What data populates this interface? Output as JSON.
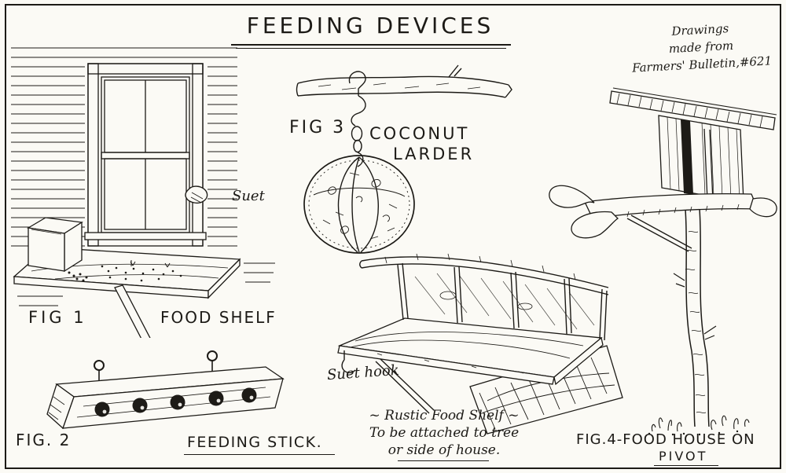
{
  "palette": {
    "ink": "#1c1a16",
    "paper": "#fbfaf5"
  },
  "header": {
    "title": "FEEDING DEVICES",
    "credit_line1": "Drawings",
    "credit_line2": "made from",
    "credit_line3": "Farmers' Bulletin,#621"
  },
  "fig1": {
    "label": "FIG 1",
    "caption": "FOOD SHELF",
    "annotation": "Suet"
  },
  "fig2": {
    "label": "FIG. 2",
    "caption": "FEEDING STICK."
  },
  "fig3": {
    "label": "FIG 3",
    "caption_line1": "COCONUT",
    "caption_line2": "LARDER"
  },
  "rustic_shelf": {
    "annotation": "Suet hook",
    "caption_line1": "~ Rustic Food Shelf ~",
    "caption_line2": "To be attached to tree",
    "caption_line3": "or side of house."
  },
  "fig4": {
    "caption_line1": "FIG.4-FOOD HOUSE ON",
    "caption_line2": "PIVOT"
  }
}
